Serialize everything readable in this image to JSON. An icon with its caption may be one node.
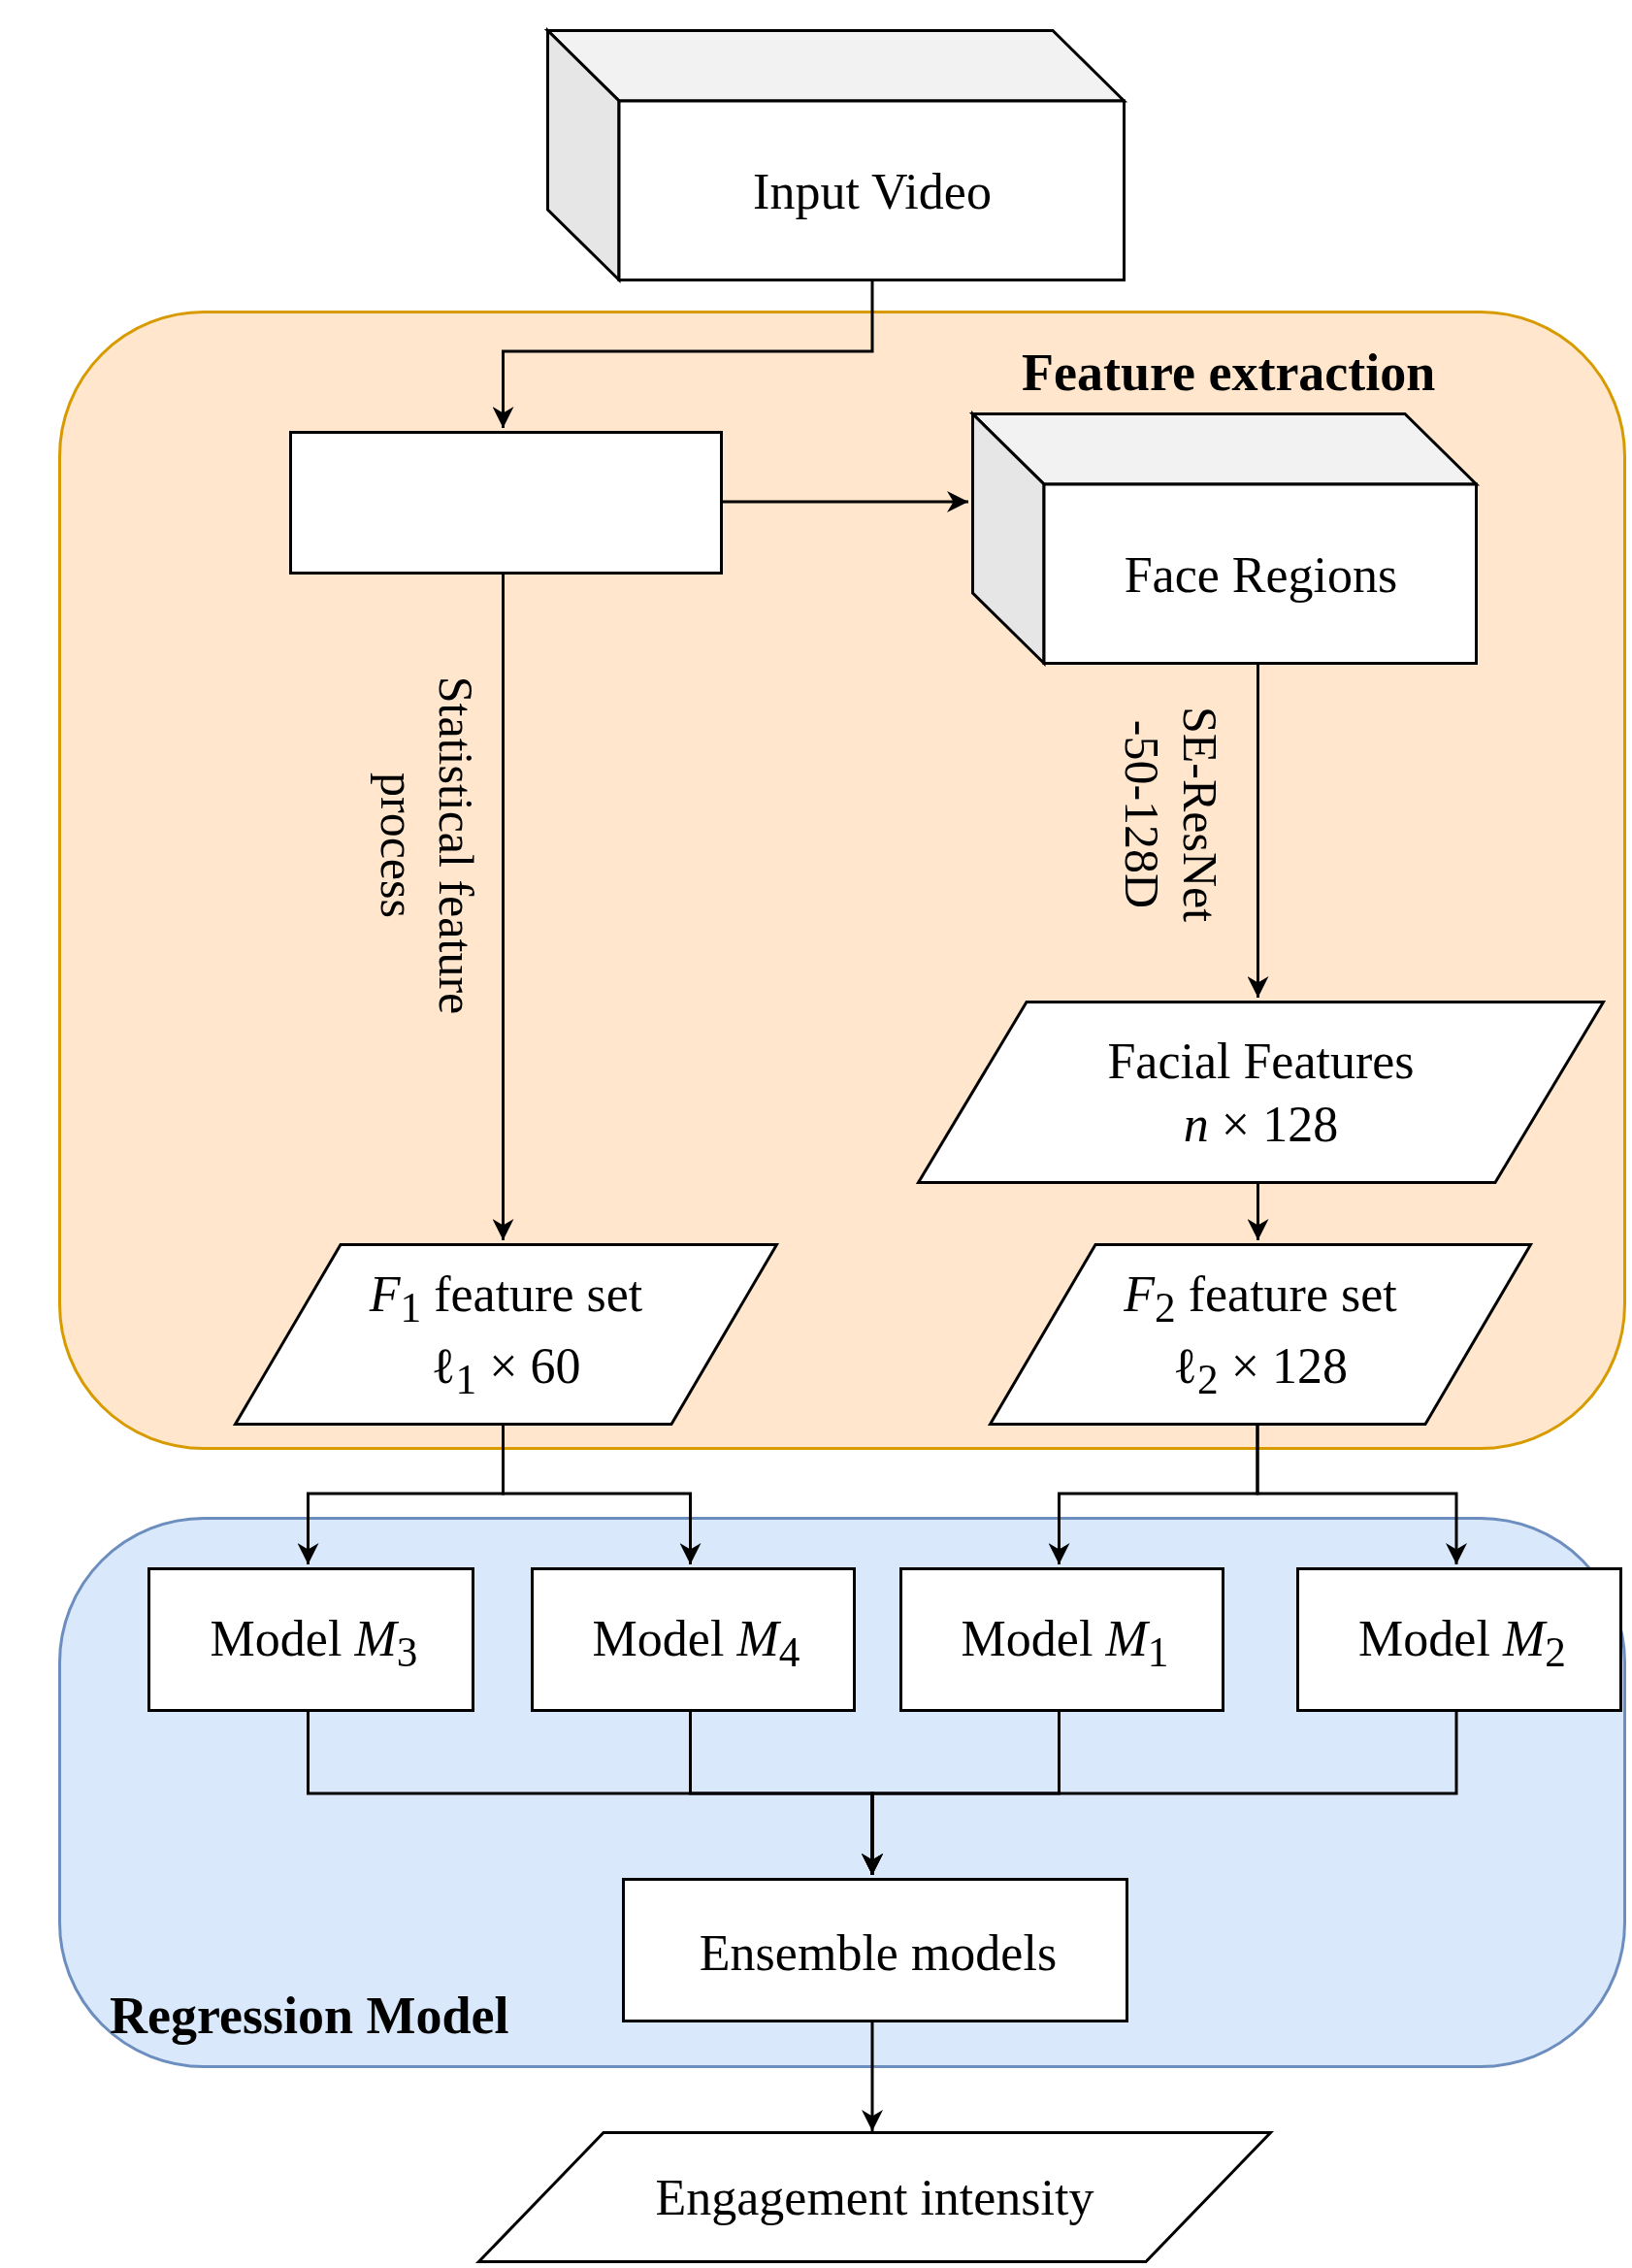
{
  "diagram": {
    "nodes": [
      {
        "text": [
          "Input Video"
        ]
      },
      {
        "text": [
          "Feature extraction"
        ]
      },
      {
        "text": [],
        "shape": "box",
        "in": 1
      },
      {
        "text": [
          "Face Regions"
        ],
        "in": 1
      },
      {
        "text": [
          "Facial Features",
          "*n* × 128"
        ],
        "in": 1
      },
      {
        "text": [
          "*F*$_{1}$ feature set",
          "ℓ$_{1}$ × 60"
        ],
        "in": 1
      },
      {
        "text": [
          "*F*$_{2}$ feature set",
          "ℓ$_{2}$ × 128"
        ],
        "in": 1
      },
      {
        "text": [
          "Regression Model"
        ]
      },
      {
        "text": [
          "Model *M*$_{3}$"
        ],
        "in": 7
      },
      {
        "text": [
          "Model *M*$_{4}$"
        ],
        "in": 7
      },
      {
        "text": [
          "Model *M*$_{1}$"
        ],
        "in": 7
      },
      {
        "text": [
          "Model *M*$_{2}$"
        ],
        "in": 7
      },
      {
        "text": [
          "Ensemble models"
        ],
        "in": 7
      },
      {
        "text": [
          "Engagement intensity"
        ]
      }
    ],
    "edges": [
      {
        "from": 0,
        "to": 2,
        "arrow": "to"
      },
      {
        "from": 2,
        "to": 3,
        "arrow": "to"
      },
      {
        "from": 2,
        "to": 5,
        "arrow": "to",
        "label": "Statistical feature process"
      },
      {
        "from": 3,
        "to": 4,
        "arrow": "to",
        "label": "SE-ResNet -50-128D"
      },
      {
        "from": 4,
        "to": 6,
        "arrow": "to"
      },
      {
        "from": 5,
        "to": 8,
        "arrow": "to"
      },
      {
        "from": 5,
        "to": 9,
        "arrow": "to"
      },
      {
        "from": 6,
        "to": 10,
        "arrow": "to"
      },
      {
        "from": 6,
        "to": 11,
        "arrow": "to"
      },
      {
        "from": 8,
        "to": 12,
        "arrow": "to"
      },
      {
        "from": 9,
        "to": 12,
        "arrow": "to"
      },
      {
        "from": 10,
        "to": 12,
        "arrow": "to"
      },
      {
        "from": 11,
        "to": 12,
        "arrow": "to"
      },
      {
        "from": 12,
        "to": 13,
        "arrow": "to"
      }
    ]
  }
}
